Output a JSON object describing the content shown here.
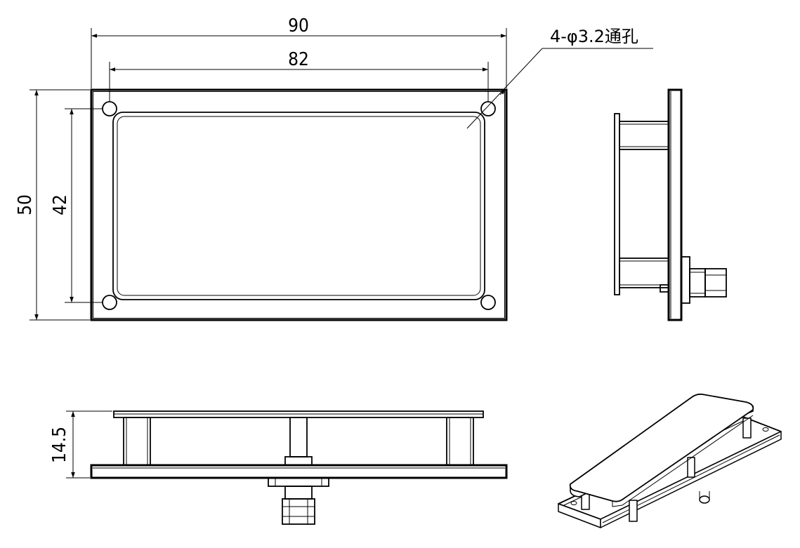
{
  "dimensions": {
    "outer_width": "90",
    "hole_spacing_width": "82",
    "outer_height": "50",
    "hole_spacing_height": "42",
    "side_thickness": "14.5"
  },
  "callout": {
    "hole_note": "4-φ3.2通孔"
  },
  "colors": {
    "line": "#000000",
    "background": "#ffffff"
  }
}
